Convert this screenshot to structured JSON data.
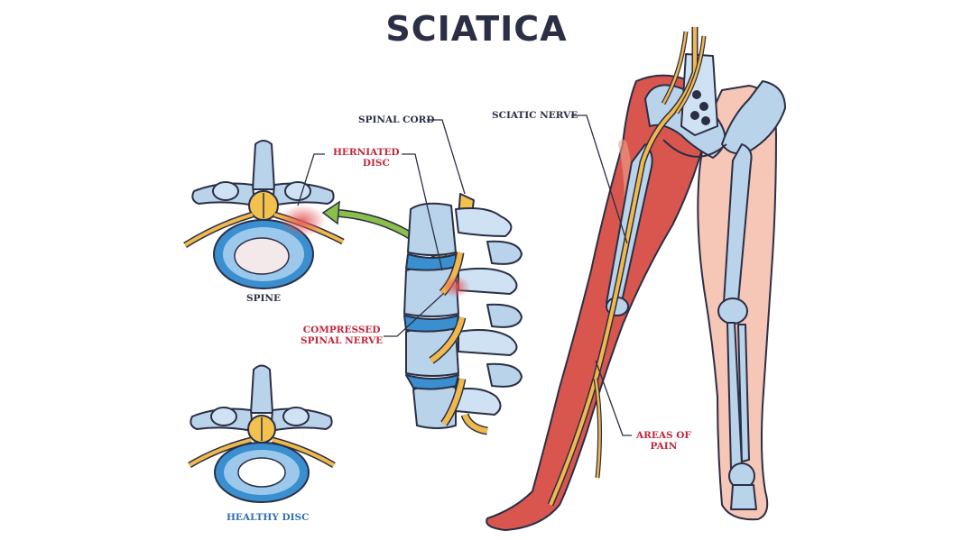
{
  "title": "SCIATICA",
  "labels": {
    "spinal_cord": "SPINAL CORD",
    "herniated_line1": "HERNIATED",
    "herniated_line2": "DISC",
    "spine": "SPINE",
    "compressed_line1": "COMPRESSED",
    "compressed_line2": "SPINAL NERVE",
    "healthy_disc": "HEALTHY DISC",
    "sciatic_nerve": "SCIATIC NERVE",
    "areas_line1": "AREAS OF",
    "areas_line2": "PAIN"
  },
  "colors": {
    "title": "#2b2f45",
    "label_dark": "#2b2f45",
    "label_red": "#c0273a",
    "label_blue": "#2f6fb0",
    "bone": "#b9d3ea",
    "disc_blue": "#3a8fd0",
    "nerve": "#f2b94a",
    "pain_red": "#d9564f",
    "skin": "#f6c6b6",
    "arrow_green": "#8bbf4b"
  }
}
